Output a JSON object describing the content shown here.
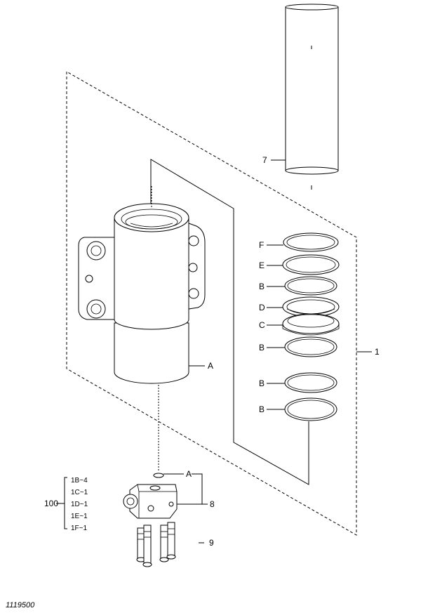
{
  "callouts": {
    "tube": "7",
    "ring_f": "F",
    "ring_e": "E",
    "ring_b1": "B",
    "ring_d": "D",
    "ring_c": "C",
    "ring_b2": "B",
    "ring_b3": "B",
    "ring_b4": "B",
    "assembly": "1",
    "body_a": "A",
    "oring_a": "A",
    "block": "8",
    "bolts": "9"
  },
  "kit": {
    "number": "100",
    "items": [
      "1B~4",
      "1C~1",
      "1D~1",
      "1E~1",
      "1F~1"
    ]
  },
  "drawing_code": "1119500"
}
